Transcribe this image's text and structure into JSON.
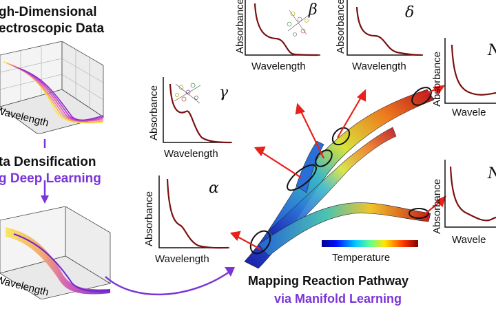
{
  "left": {
    "title_line1": "gh-Dimensional",
    "title_line2": "ectroscopic Data",
    "cube_label_top": "Wavelength",
    "dens_line1": "ta Densification",
    "dens_line2": "g Deep Learning",
    "cube_label_bottom": "Wavelength"
  },
  "panels": {
    "y_label": "Absorbance",
    "x_label": "Wavelength",
    "beta": "β",
    "delta": "δ",
    "gamma": "γ",
    "alpha": "α",
    "n_top": "N",
    "n_bottom": "N",
    "x_label_cut": "Wavele"
  },
  "manifold": {
    "colorbar_label": "Temperature",
    "title_line1": "Mapping Reaction Pathway",
    "title_line2": "via Manifold Learning"
  },
  "colors": {
    "purple": "#7a35d8",
    "arrow_red": "#e8211a",
    "spectrum": "#7a1010"
  }
}
